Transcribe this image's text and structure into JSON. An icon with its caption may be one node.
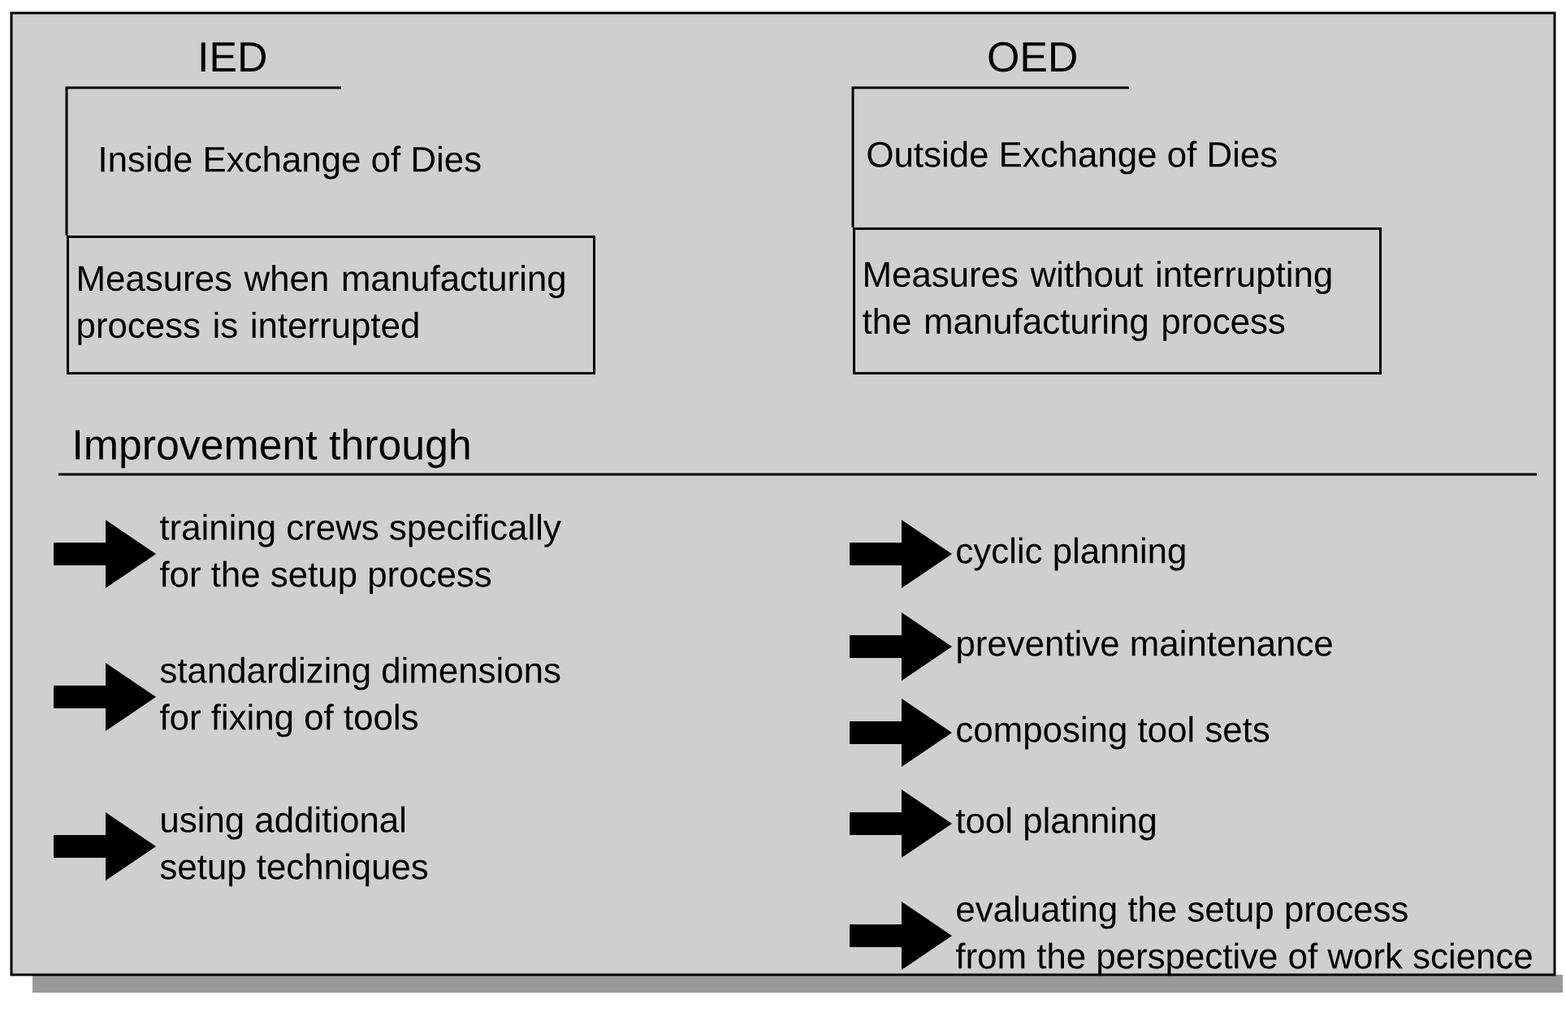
{
  "diagram": {
    "nodes": [
      {
        "text": [
          "IED",
          "Inside Exchange of Dies"
        ]
      },
      {
        "text": [
          "Measures when manufacturing process is interrupted"
        ]
      },
      {
        "text": [
          "OED",
          "Outside Exchange of Dies"
        ]
      },
      {
        "text": [
          "Measures without interrupting the manufacturing process"
        ]
      }
    ],
    "labels": [
      "Improvement through",
      "training crews specifically for the setup process",
      "standardizing dimensions for fixing of tools",
      "using additional setup techniques",
      "cyclic planning",
      "preventive maintenance",
      "composing tool sets",
      "tool planning",
      "evaluating the setup process from the perspective of work science"
    ]
  }
}
